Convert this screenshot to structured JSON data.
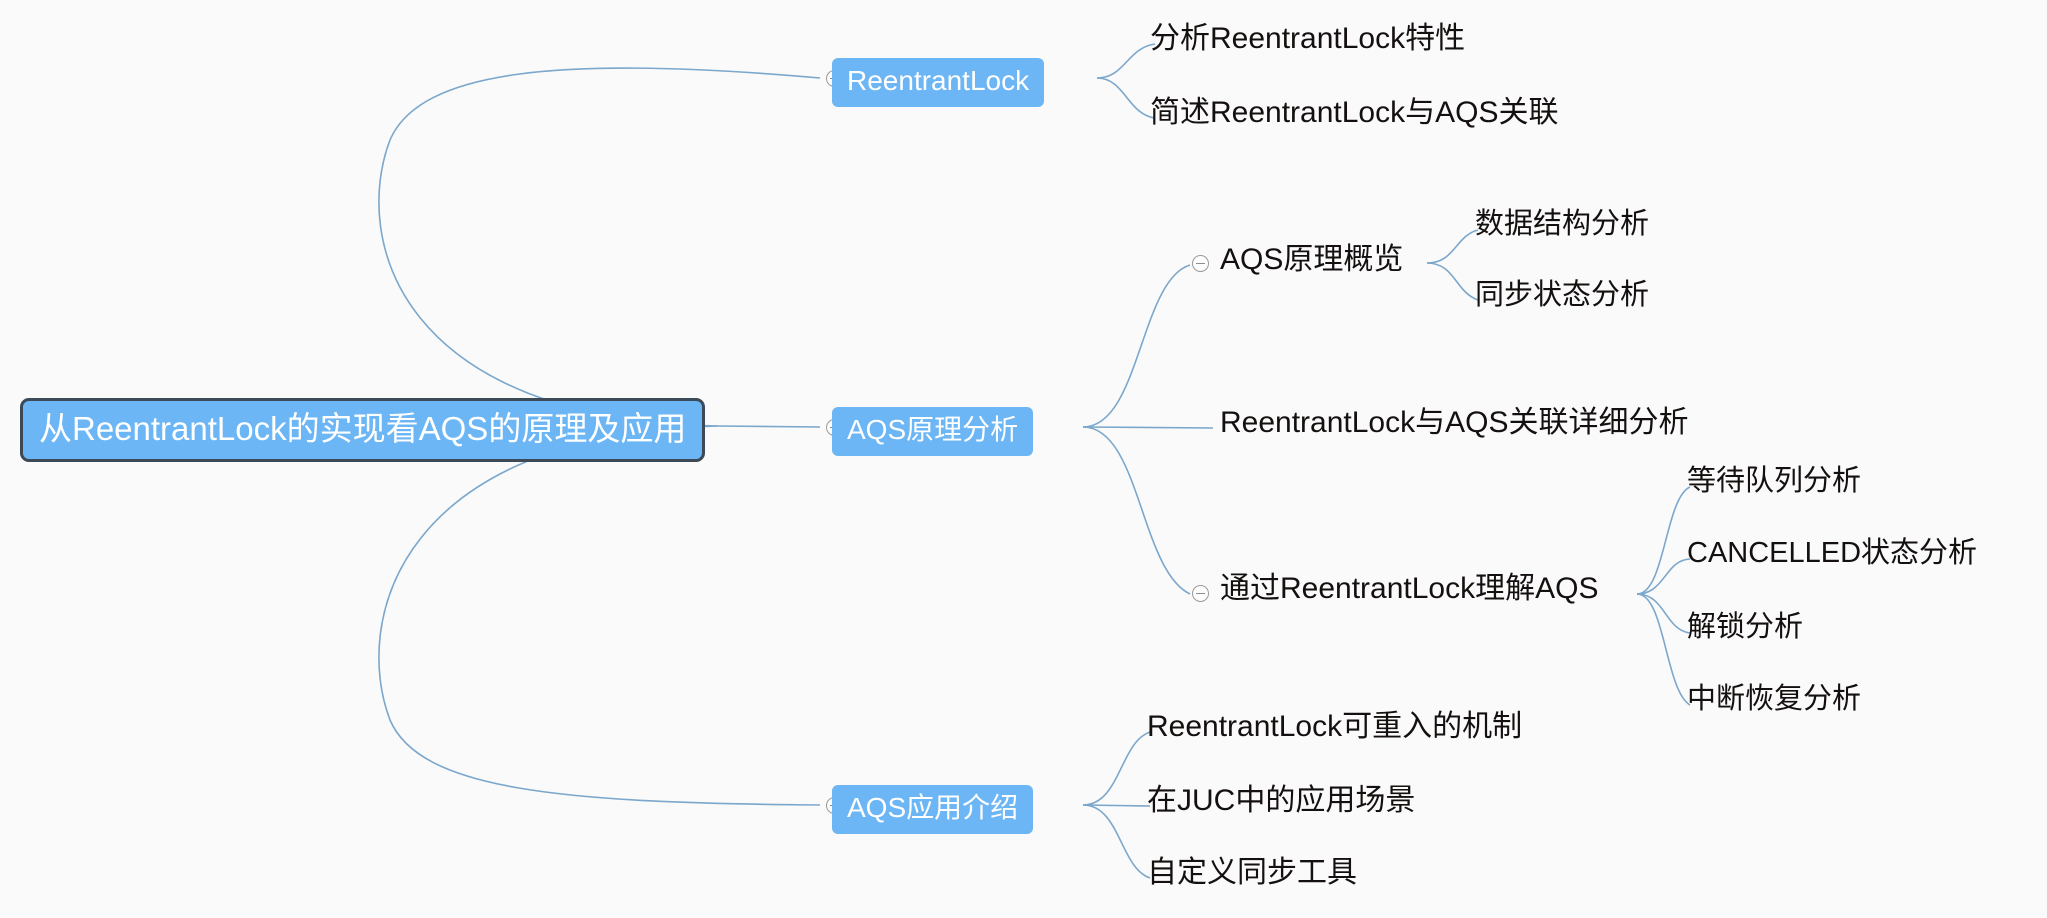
{
  "diagram": {
    "type": "mindmap",
    "title": "从ReentrantLock的实现看AQS的原理及应用",
    "background_color": "#fafafa",
    "node_fill_color": "#6cb6f5",
    "node_text_color": "#ffffff",
    "root_border_color": "#3c4a57",
    "edge_color": "#7ba7cc",
    "plain_text_color": "#14100f"
  },
  "root": {
    "label": "从ReentrantLock的实现看AQS的原理及应用"
  },
  "branches": [
    {
      "label": "ReentrantLock",
      "collapsed": false,
      "toggle": "collapse-toggle",
      "children": [
        {
          "label": "分析ReentrantLock特性"
        },
        {
          "label": "简述ReentrantLock与AQS关联"
        }
      ]
    },
    {
      "label": "AQS原理分析",
      "collapsed": false,
      "toggle": "collapse-toggle",
      "children": [
        {
          "label": "AQS原理概览",
          "toggle": "collapse-toggle",
          "children": [
            {
              "label": "数据结构分析"
            },
            {
              "label": "同步状态分析"
            }
          ]
        },
        {
          "label": "ReentrantLock与AQS关联详细分析",
          "children": []
        },
        {
          "label": "通过ReentrantLock理解AQS",
          "toggle": "collapse-toggle",
          "children": [
            {
              "label": "等待队列分析"
            },
            {
              "label": "CANCELLED状态分析"
            },
            {
              "label": "解锁分析"
            },
            {
              "label": "中断恢复分析"
            }
          ]
        }
      ]
    },
    {
      "label": "AQS应用介绍",
      "collapsed": false,
      "toggle": "collapse-toggle",
      "children": [
        {
          "label": "ReentrantLock可重入的机制"
        },
        {
          "label": "在JUC中的应用场景"
        },
        {
          "label": "自定义同步工具"
        }
      ]
    }
  ]
}
